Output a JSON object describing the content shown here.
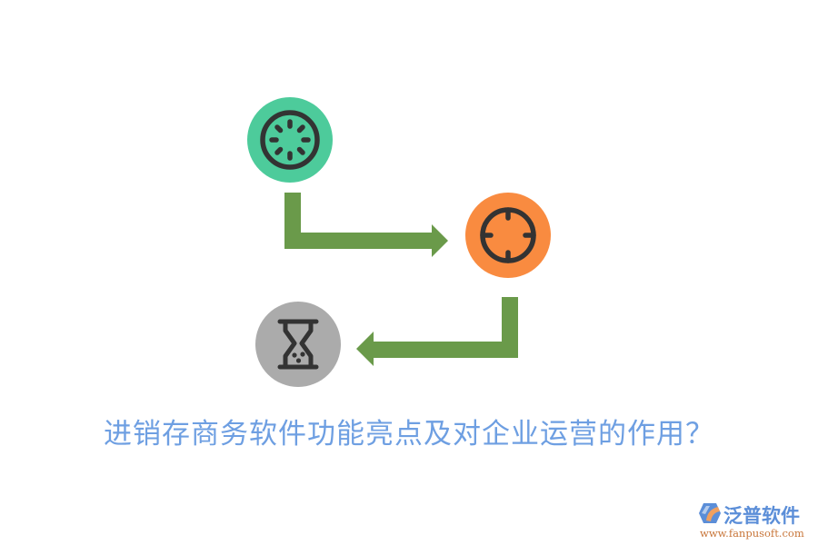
{
  "title": "进销存商务软件功能亮点及对企业运营的作用？",
  "colors": {
    "title": "#6e9fe2",
    "green_circle": "#4dcb9b",
    "orange_circle": "#f98b40",
    "gray_circle": "#ababab",
    "icon_stroke": "#333333",
    "arrow": "#6a9a4a",
    "logo_blue": "#5b8ed8",
    "logo_orange": "#c8763a"
  },
  "steps": [
    {
      "icon": "loading-spinner-icon",
      "color": "green"
    },
    {
      "icon": "crosshair-target-icon",
      "color": "orange"
    },
    {
      "icon": "hourglass-icon",
      "color": "gray"
    }
  ],
  "logo": {
    "name": "泛普软件",
    "url": "www.fanpusoft.com"
  }
}
